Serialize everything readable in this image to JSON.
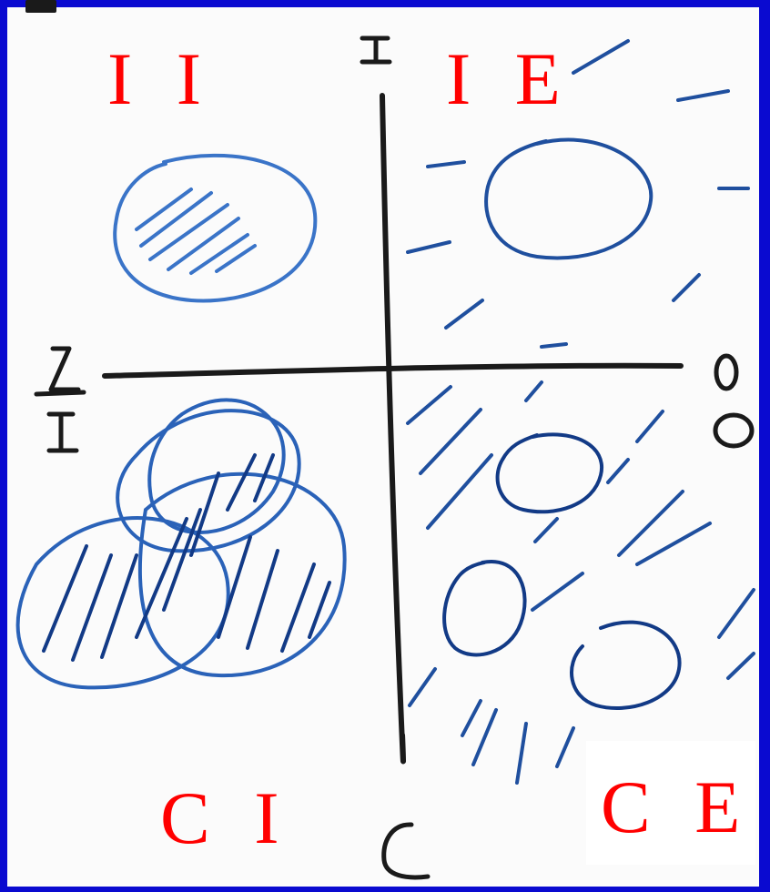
{
  "quadrant_labels": {
    "top_left": "I I",
    "top_right": "I E",
    "bottom_left": "C I",
    "bottom_right": "C E"
  },
  "colors": {
    "label": "#ff0000",
    "axis": "#1a1a1a",
    "marker_blue_light": "#3a74c8",
    "marker_blue_dark": "#123a86",
    "frame": "#0a0ad0"
  }
}
